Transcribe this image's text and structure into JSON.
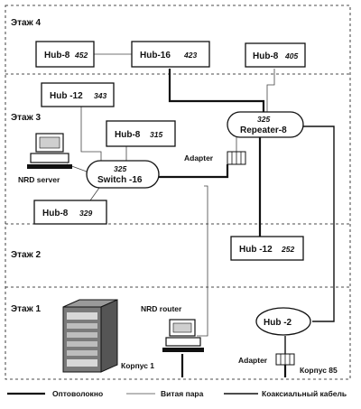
{
  "floors": [
    {
      "label": "Этаж  4"
    },
    {
      "label": "Этаж  3"
    },
    {
      "label": "Этаж  2"
    },
    {
      "label": "Этаж  1"
    }
  ],
  "hubs": {
    "hub8_452": {
      "name": "Hub-8",
      "num": "452"
    },
    "hub16_423": {
      "name": "Hub-16",
      "num": "423"
    },
    "hub8_405": {
      "name": "Hub-8",
      "num": "405"
    },
    "hub12_343": {
      "name": "Hub -12",
      "num": "343"
    },
    "hub8_315": {
      "name": "Hub-8",
      "num": "315"
    },
    "hub8_329": {
      "name": "Hub-8",
      "num": "329"
    },
    "hub12_252": {
      "name": "Hub -12",
      "num": "252"
    }
  },
  "repeater": {
    "num": "325",
    "name": "Repeater-8"
  },
  "switch": {
    "num": "325",
    "name": "Switch -16"
  },
  "hub2": {
    "name": "Hub -2"
  },
  "labels": {
    "adapter_top": "Adapter",
    "adapter_bottom": "Adapter",
    "nrd_server": "NRD server",
    "nrd_router": "NRD router",
    "building1": "Корпус 1",
    "building85": "Корпус 85"
  },
  "legend": [
    {
      "label": "Оптоволокно",
      "style": "thick"
    },
    {
      "label": "Витая пара",
      "style": "thin"
    },
    {
      "label": "Коаксиальный кабель",
      "style": "medium"
    }
  ]
}
